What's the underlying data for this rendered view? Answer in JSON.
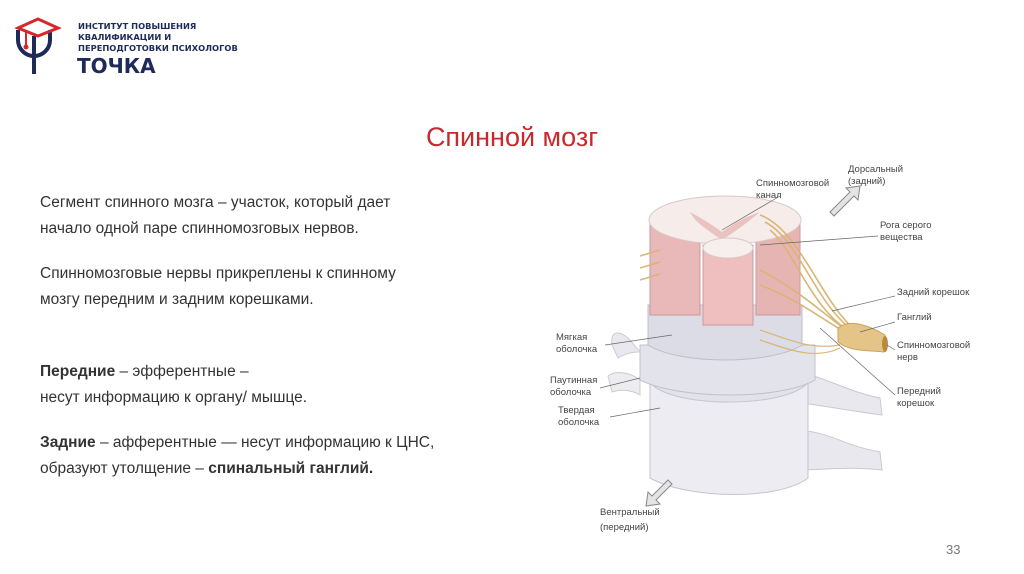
{
  "logo": {
    "org_lines": [
      "ИНСТИТУТ ПОВЫШЕНИЯ",
      "КВАЛИФИКАЦИИ И",
      "ПЕРЕПОДГОТОВКИ ПСИХОЛОГОВ"
    ],
    "brand": "ТОЧКА",
    "colors": {
      "navy": "#1d2a5a",
      "red": "#d9262b"
    }
  },
  "title": "Спинной мозг",
  "body": {
    "p1_lines": [
      "Сегмент спинного мозга – участок, который дает",
      "начало одной паре спинномозговых нервов."
    ],
    "p2_lines": [
      "Спинномозговые нервы прикреплены к спинному",
      "мозгу передним и задним корешками."
    ],
    "p3_bold": "Передние",
    "p3_rest": " – эфферентные –",
    "p3_line2": "несут информацию к органу/ мышце.",
    "p4_bold": "Задние",
    "p4_rest": " – афферентные —  несут информацию к ЦНС,",
    "p4_line2_prefix": "образуют утолщение – ",
    "p4_line2_bold": "спинальный ганглий."
  },
  "figure": {
    "labels": {
      "dorsal": [
        "Дорсальный",
        "(задний)"
      ],
      "canal": [
        "Спинномозговой",
        "канал"
      ],
      "horns": [
        "Рога серого",
        "вещества"
      ],
      "posterior_root": [
        "Задний корешок"
      ],
      "ganglion": [
        "Ганглий"
      ],
      "spinal_nerve": [
        "Спинномозговой",
        "нерв"
      ],
      "pia": [
        "Мягкая",
        "оболочка"
      ],
      "arachnoid": [
        "Паутинная",
        "оболочка"
      ],
      "dura": [
        "Твердая",
        "оболочка"
      ],
      "anterior_root": [
        "Передний",
        "корешок"
      ],
      "ventral": [
        "Вентральный",
        "(передний)"
      ]
    }
  },
  "page_number": "33",
  "colors": {
    "title": "#c9282d",
    "text": "#333333"
  }
}
